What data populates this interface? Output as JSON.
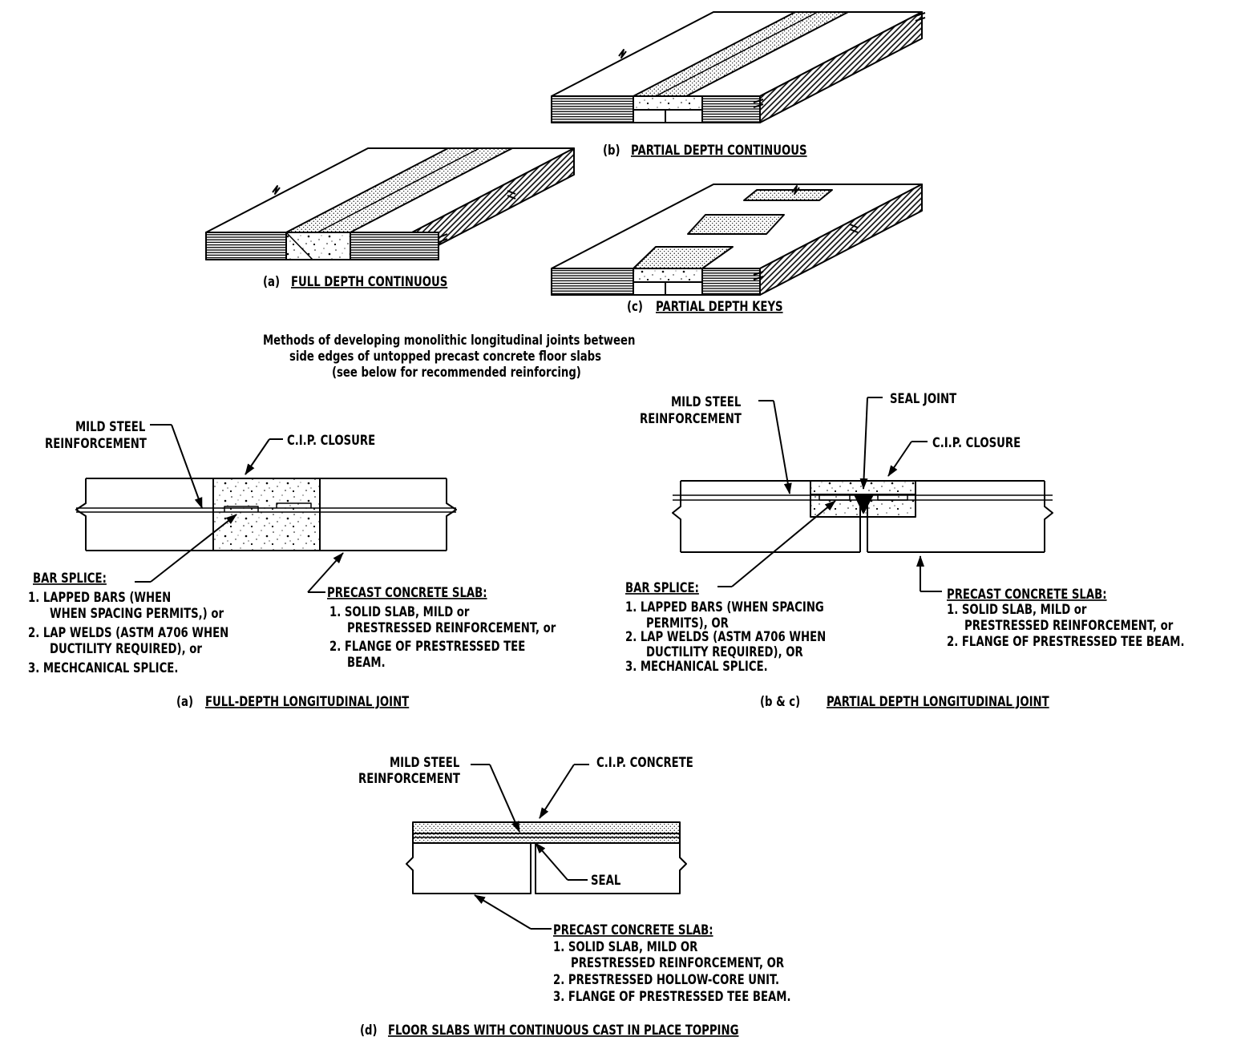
{
  "captions": {
    "b_prefix": "(b)",
    "b_title": "PARTIAL DEPTH CONTINUOUS",
    "a_prefix": "(a)",
    "a_title": "FULL DEPTH CONTINUOUS",
    "c_prefix": "(c)",
    "c_title": "PARTIAL DEPTH KEYS",
    "full_prefix": "(a)",
    "full_title": "FULL-DEPTH LONGITUDINAL JOINT",
    "partial_prefix": "(b & c)",
    "partial_title": "PARTIAL DEPTH LONGITUDINAL JOINT",
    "d_prefix": "(d)",
    "d_title": "FLOOR SLABS WITH CONTINUOUS CAST IN PLACE TOPPING"
  },
  "methods_note": [
    "Methods of developing monolithic longitudinal joints between",
    "side edges of untopped precast concrete floor slabs",
    "(see below for recommended reinforcing)"
  ],
  "full_depth": {
    "mild_steel": [
      "MILD STEEL",
      "REINFORCEMENT"
    ],
    "cip": "C.I.P. CLOSURE",
    "bar_splice_title": "BAR SPLICE:",
    "bar_splice": [
      "1. LAPPED BARS (WHEN",
      "WHEN SPACING PERMITS,) or",
      "2. LAP WELDS (ASTM A706 WHEN",
      "DUCTILITY REQUIRED), or",
      "3. MECHCANICAL SPLICE."
    ],
    "slab_title": "PRECAST CONCRETE SLAB:",
    "slab": [
      "1. SOLID SLAB, MILD or",
      "PRESTRESSED REINFORCEMENT, or",
      "2. FLANGE OF PRESTRESSED TEE",
      "BEAM."
    ]
  },
  "partial_depth": {
    "mild_steel": [
      "MILD STEEL",
      "REINFORCEMENT"
    ],
    "seal": "SEAL JOINT",
    "cip": "C.I.P. CLOSURE",
    "bar_splice_title": "BAR SPLICE:",
    "bar_splice": [
      "1. LAPPED BARS (WHEN SPACING",
      "PERMITS), OR",
      "2. LAP WELDS (ASTM A706 WHEN",
      "DUCTILITY REQUIRED), OR",
      "3. MECHANICAL SPLICE."
    ],
    "slab_title": "PRECAST CONCRETE SLAB:",
    "slab": [
      "1. SOLID SLAB, MILD or",
      "PRESTRESSED REINFORCEMENT, or",
      "2. FLANGE OF PRESTRESSED TEE BEAM."
    ]
  },
  "topping": {
    "mild_steel": [
      "MILD STEEL",
      "REINFORCEMENT"
    ],
    "cip": "C.I.P. CONCRETE",
    "seal": "SEAL",
    "slab_title": "PRECAST CONCRETE SLAB:",
    "slab": [
      "1. SOLID SLAB, MILD OR",
      "PRESTRESSED REINFORCEMENT, OR",
      "2. PRESTRESSED HOLLOW-CORE UNIT.",
      "3. FLANGE OF PRESTRESSED TEE BEAM."
    ]
  }
}
